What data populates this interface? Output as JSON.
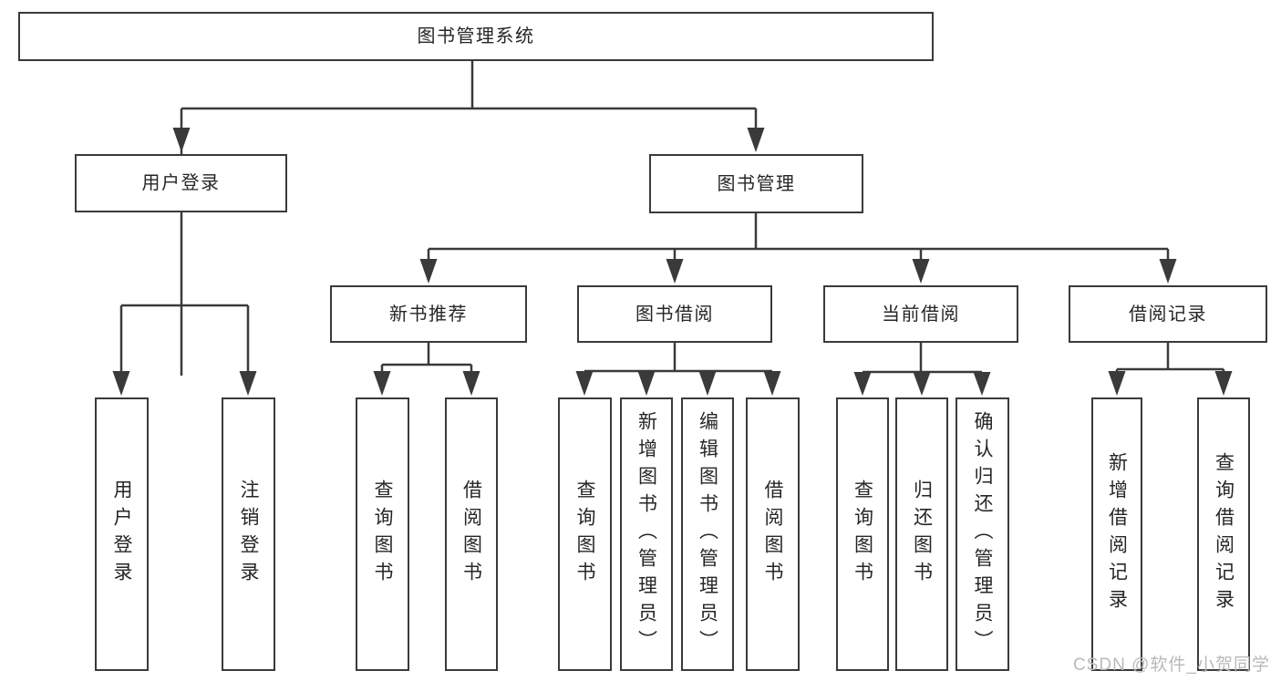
{
  "tree": {
    "label": "图书管理系统",
    "children": [
      {
        "label": "用户登录",
        "children": [
          {
            "label": "用户登录"
          },
          {
            "label": "注销登录"
          }
        ]
      },
      {
        "label": "图书管理",
        "children": [
          {
            "label": "新书推荐",
            "children": [
              {
                "label": "查询图书"
              },
              {
                "label": "借阅图书"
              }
            ]
          },
          {
            "label": "图书借阅",
            "children": [
              {
                "label": "查询图书"
              },
              {
                "label": "新增图书（管理员）"
              },
              {
                "label": "编辑图书（管理员）"
              },
              {
                "label": "借阅图书"
              }
            ]
          },
          {
            "label": "当前借阅",
            "children": [
              {
                "label": "查询图书"
              },
              {
                "label": "归还图书"
              },
              {
                "label": "确认归还（管理员）"
              }
            ]
          },
          {
            "label": "借阅记录",
            "children": [
              {
                "label": "新增借阅记录"
              },
              {
                "label": "查询借阅记录"
              }
            ]
          }
        ]
      }
    ]
  },
  "watermark": {
    "text": "CSDN @软件_小贺同学"
  },
  "colors": {
    "line": "#3a3a3a",
    "text": "#262626",
    "box_background": "#ffffff",
    "watermark": "#b9b9b9"
  }
}
